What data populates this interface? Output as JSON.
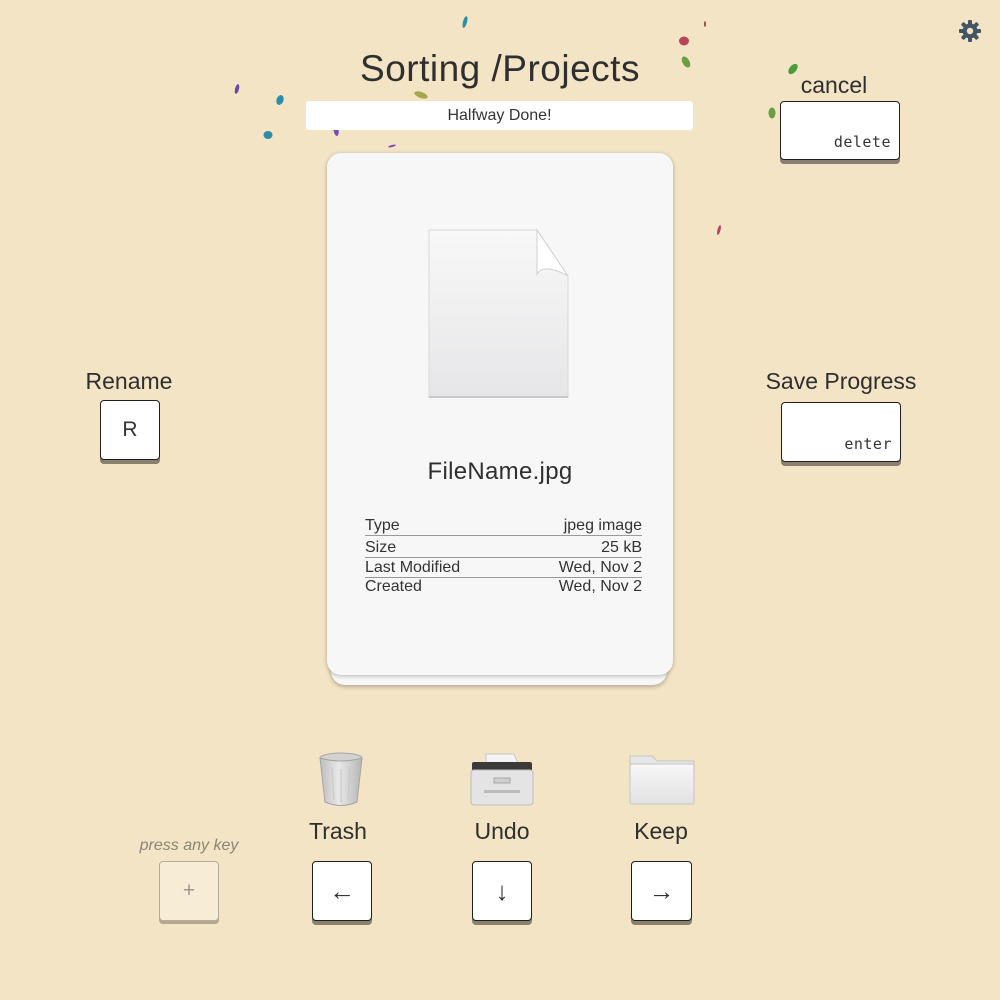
{
  "header": {
    "title": "Sorting /Projects",
    "status": "Halfway Done!"
  },
  "settings": {
    "icon": "gear-icon"
  },
  "cancel": {
    "label": "cancel",
    "key": "delete"
  },
  "rename": {
    "label": "Rename",
    "key": "R"
  },
  "save": {
    "label": "Save Progress",
    "key": "enter"
  },
  "file": {
    "icon": "document-icon",
    "name": "FileName.jpg",
    "info": [
      {
        "key": "Type",
        "value": "jpeg image"
      },
      {
        "key": "Size",
        "value": "25 kB"
      },
      {
        "key": "Last Modified",
        "value": "Wed, Nov 2"
      },
      {
        "key": "Created",
        "value": "Wed, Nov 2"
      }
    ]
  },
  "actions": {
    "trash": {
      "label": "Trash",
      "key": "←",
      "icon": "trash-icon"
    },
    "undo": {
      "label": "Undo",
      "key": "↓",
      "icon": "printer-icon"
    },
    "keep": {
      "label": "Keep",
      "key": "→",
      "icon": "folder-icon"
    }
  },
  "add_key": {
    "hint": "press any key",
    "key": "+"
  },
  "colors": {
    "background": "#f2e4c4",
    "card": "#f7f7f7",
    "keycap": "#ffffff",
    "gear": "#445566"
  },
  "decoration": {
    "confetti": true
  }
}
